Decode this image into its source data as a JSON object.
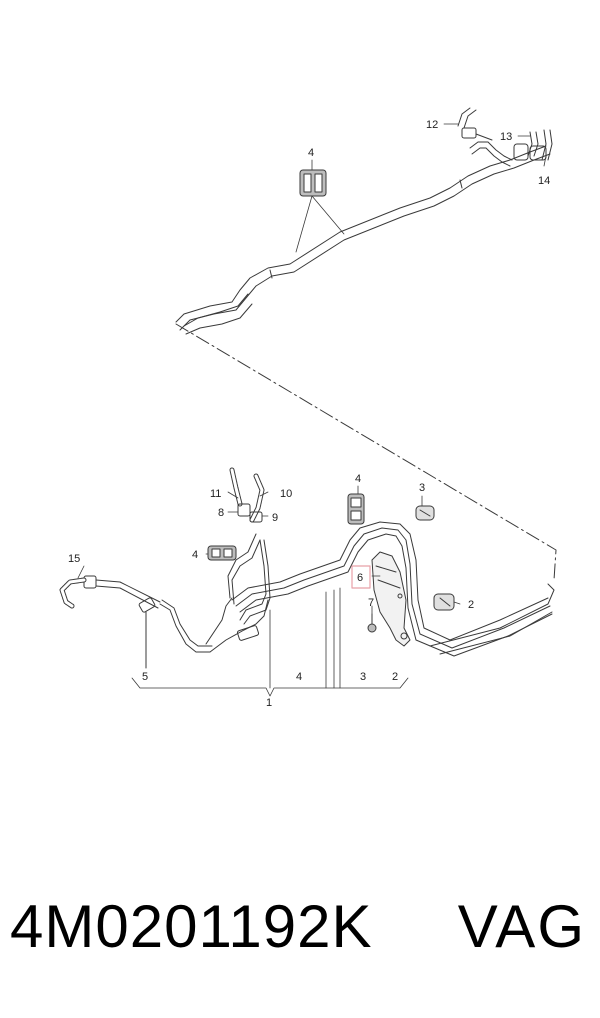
{
  "diagram": {
    "callouts": {
      "c12": "12",
      "c13": "13",
      "c14": "14",
      "c4_top": "4",
      "c11": "11",
      "c10": "10",
      "c8": "8",
      "c9": "9",
      "c4_left": "4",
      "c4_mid": "4",
      "c3_top": "3",
      "c15": "15",
      "c6": "6",
      "c7": "7",
      "c2_right": "2",
      "c5": "5",
      "c4_bottom": "4",
      "c3_bottom": "3",
      "c2_bottom": "2",
      "c1": "1"
    },
    "highlight_color": "#e8a0a8",
    "line_color": "#3a3a3a"
  },
  "caption": {
    "part_number": "4M0201192K",
    "brand": "VAG"
  }
}
